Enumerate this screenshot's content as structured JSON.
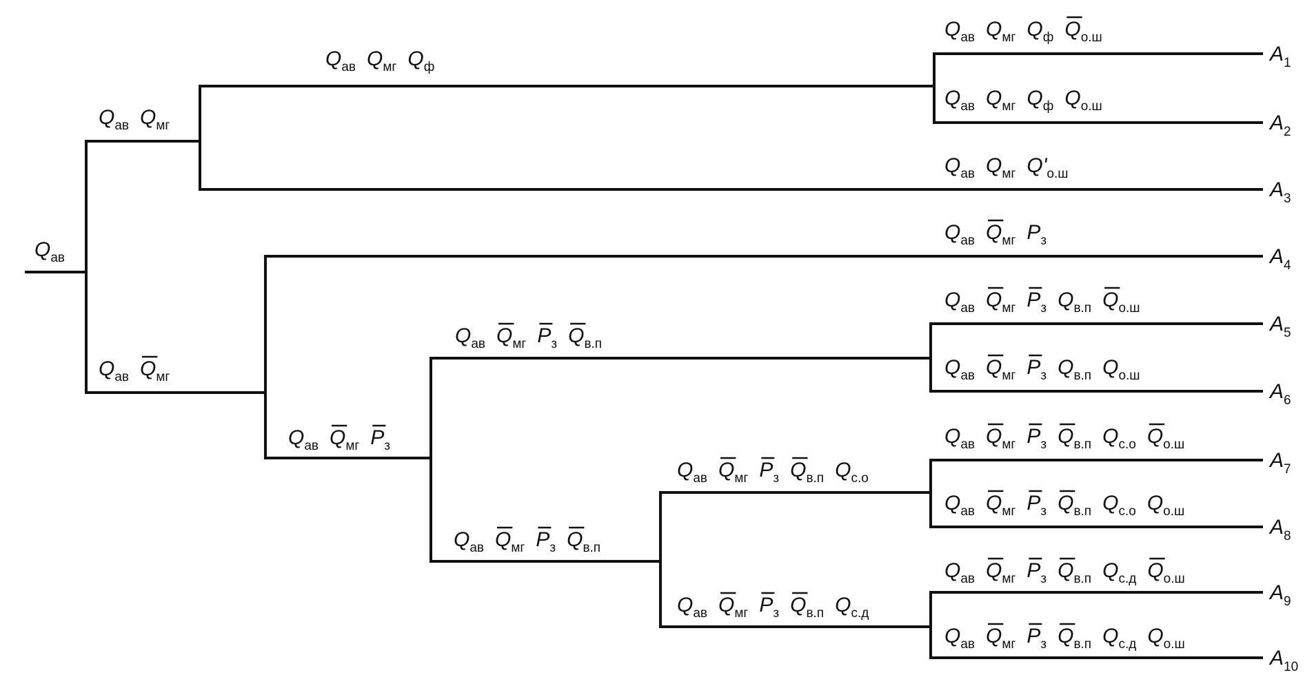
{
  "diagram": {
    "root": "Q_ав",
    "nodes": [
      {
        "id": "n_a",
        "label": "Q_ав Q_мг"
      },
      {
        "id": "n_b",
        "label": "Q_ав Q_мг Q_ф"
      },
      {
        "id": "n_c",
        "label": "Q_ав ~Q_мг"
      },
      {
        "id": "n_d",
        "label": "Q_ав ~Q_мг ~P_з"
      },
      {
        "id": "n_e",
        "label": "Q_ав ~Q_мг ~P_з ~Q_в.п"
      },
      {
        "id": "n_f",
        "label": "Q_ав ~Q_мг ~P_з ~Q_в.п"
      },
      {
        "id": "n_g",
        "label": "Q_ав ~Q_мг ~P_з ~Q_в.п Q_с.о"
      },
      {
        "id": "n_h",
        "label": "Q_ав ~Q_мг ~P_з ~Q_в.п Q_с.д"
      }
    ],
    "leaves": [
      {
        "label": "Q_ав Q_мг Q_ф ~Q_о.ш",
        "outcome": "A",
        "index": "1"
      },
      {
        "label": "Q_ав Q_мг Q_ф Q_о.ш",
        "outcome": "A",
        "index": "2"
      },
      {
        "label": "Q_ав Q_мг Q'_о.ш",
        "outcome": "A",
        "index": "3"
      },
      {
        "label": "Q_ав ~Q_мг P_з",
        "outcome": "A",
        "index": "4"
      },
      {
        "label": "Q_ав ~Q_мг ~P_з Q_в.п ~Q_о.ш",
        "outcome": "A",
        "index": "5"
      },
      {
        "label": "Q_ав ~Q_мг ~P_з Q_в.п Q_о.ш",
        "outcome": "A",
        "index": "6"
      },
      {
        "label": "Q_ав ~Q_мг ~P_з ~Q_в.п Q_с.о ~Q_о.ш",
        "outcome": "A",
        "index": "7"
      },
      {
        "label": "Q_ав ~Q_мг ~P_з ~Q_в.п Q_с.о Q_о.ш",
        "outcome": "A",
        "index": "8"
      },
      {
        "label": "Q_ав ~Q_мг ~P_з ~Q_в.п Q_с.д ~Q_о.ш",
        "outcome": "A",
        "index": "9"
      },
      {
        "label": "Q_ав ~Q_мг ~P_з ~Q_в.п Q_с.д Q_о.ш",
        "outcome": "A",
        "index": "10"
      }
    ]
  }
}
